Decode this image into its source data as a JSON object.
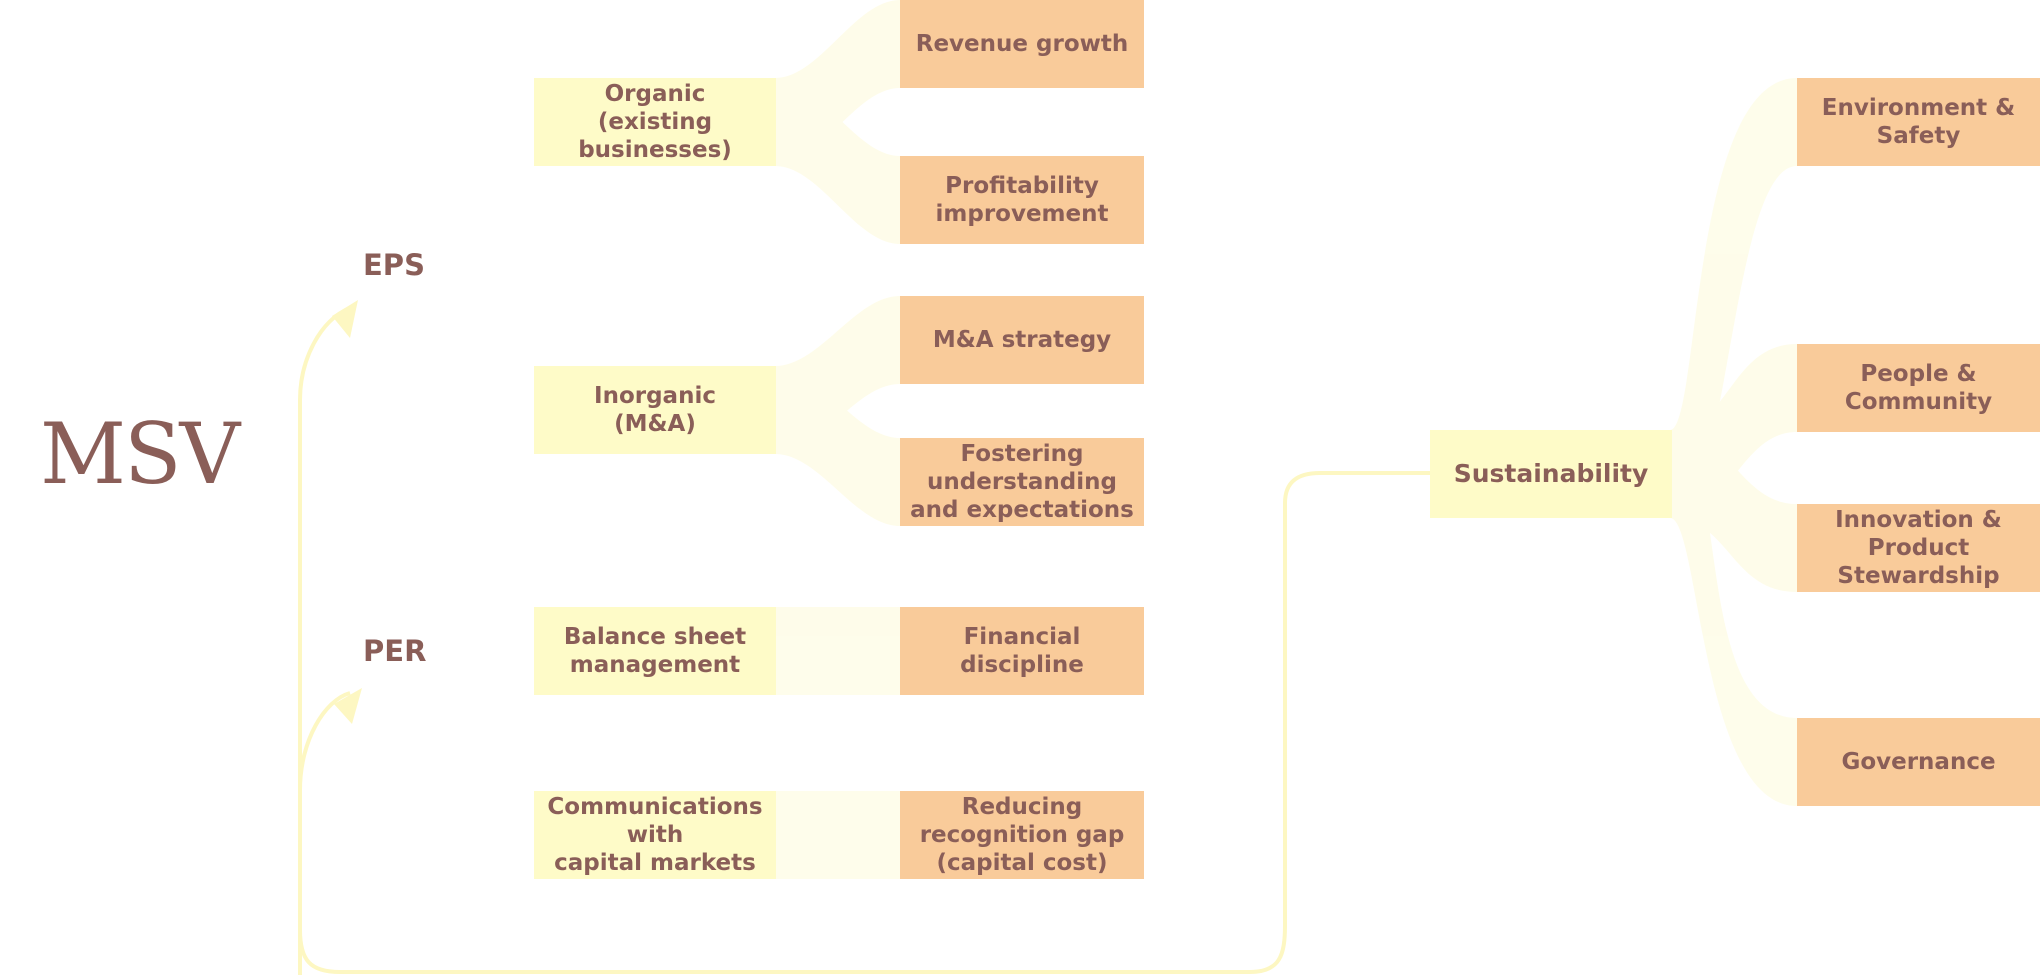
{
  "title": "MSV",
  "nodes": {
    "eps": "EPS",
    "per": "PER"
  },
  "middle": {
    "organic": "Organic\n(existing\nbusinesses)",
    "inorganic": "Inorganic\n(M&A)",
    "balance": "Balance sheet\nmanagement",
    "communications": "Communications\nwith\ncapital markets",
    "sustainability": "Sustainability"
  },
  "leaves": {
    "revenue": "Revenue growth",
    "profitability": "Profitability\nimprovement",
    "mna": "M&A strategy",
    "fostering": "Fostering\nunderstanding\nand expectations",
    "financial": "Financial\ndiscipline",
    "reducing": "Reducing\nrecognition gap\n(capital cost)",
    "environment": "Environment &\nSafety",
    "people": "People &\nCommunity",
    "innovation": "Innovation &\nProduct\nStewardship",
    "governance": "Governance"
  },
  "colors": {
    "middle_box": "#fefbc8",
    "leaf_box": "#f9cb9a",
    "text": "#8a5e58",
    "connector": "#fdf7c2"
  }
}
